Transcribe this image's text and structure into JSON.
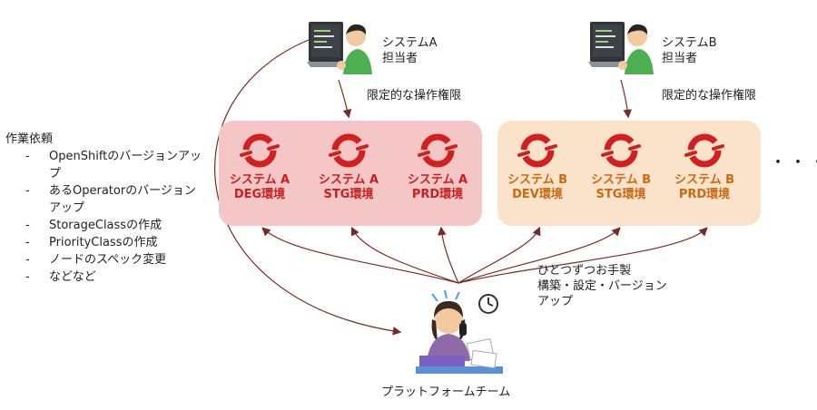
{
  "users": [
    {
      "role_line1": "システムA",
      "role_line2": "担当者",
      "permission": "限定的な操作権限"
    },
    {
      "role_line1": "システムB",
      "role_line2": "担当者",
      "permission": "限定的な操作権限"
    }
  ],
  "groups": [
    {
      "color": "#c8201e",
      "envs": [
        {
          "name": "システム A",
          "stage": "DEG環境"
        },
        {
          "name": "システム A",
          "stage": "STG環境"
        },
        {
          "name": "システム A",
          "stage": "PRD環境"
        }
      ]
    },
    {
      "color": "#c96a12",
      "envs": [
        {
          "name": "システム B",
          "stage": "DEV環境"
        },
        {
          "name": "システム B",
          "stage": "STG環境"
        },
        {
          "name": "システム B",
          "stage": "PRD環境"
        }
      ]
    }
  ],
  "more_marker": "・・・",
  "requests": {
    "title": "作業依頼",
    "items": [
      "OpenShiftのバージョンアップ",
      "あるOperatorのバージョンアップ",
      "StorageClassの作成",
      "PriorityClassの作成",
      "ノードのスペック変更",
      "などなど"
    ]
  },
  "handmade": {
    "line1": "ひとつずつお手製",
    "line2": "構築・設定・バージョン",
    "line3": "アップ"
  },
  "platform_team": "プラットフォームチーム",
  "colors": {
    "arrow": "#7a2a22",
    "group_a_bg": "#f4c6c6",
    "group_b_bg": "#fbe3cb"
  },
  "icons": [
    "laptop-user-icon",
    "openshift-logo-icon",
    "busy-worker-icon",
    "clock-icon"
  ]
}
